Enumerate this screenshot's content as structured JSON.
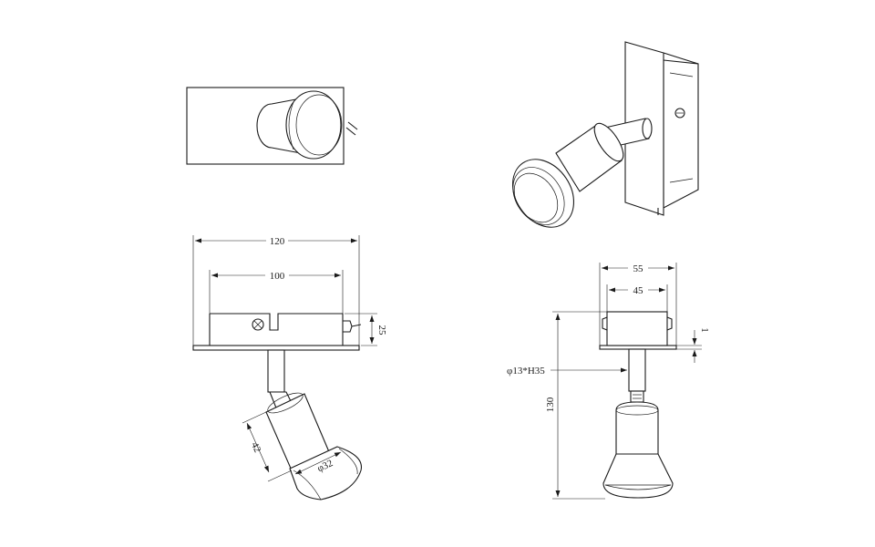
{
  "dimensions": {
    "width_overall": "120",
    "width_inner": "100",
    "height_box": "25",
    "depth_outer": "55",
    "depth_inner": "45",
    "offset": "1",
    "arm": "φ13*H35",
    "total_height": "130",
    "head_length": "42",
    "lens_diameter": "φ32"
  },
  "colors": {
    "line": "#1a1a1a",
    "background": "#ffffff"
  }
}
